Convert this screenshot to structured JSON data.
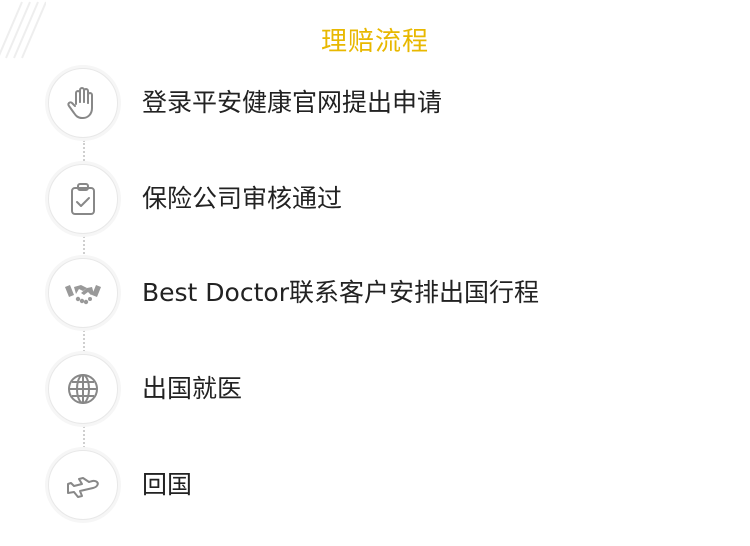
{
  "header": {
    "title": "理赔流程",
    "title_color": "#e8b800"
  },
  "steps": [
    {
      "label": "登录平安健康官网提出申请",
      "icon": "hand-icon"
    },
    {
      "label": "保险公司审核通过",
      "icon": "clipboard-check-icon"
    },
    {
      "label": "Best Doctor联系客户安排出国行程",
      "icon": "handshake-icon"
    },
    {
      "label": "出国就医",
      "icon": "globe-icon"
    },
    {
      "label": "回国",
      "icon": "airplane-icon"
    }
  ],
  "colors": {
    "icon_stroke": "#888888",
    "icon_fill": "#999999",
    "text": "#222222",
    "connector": "#cfcfcf"
  }
}
